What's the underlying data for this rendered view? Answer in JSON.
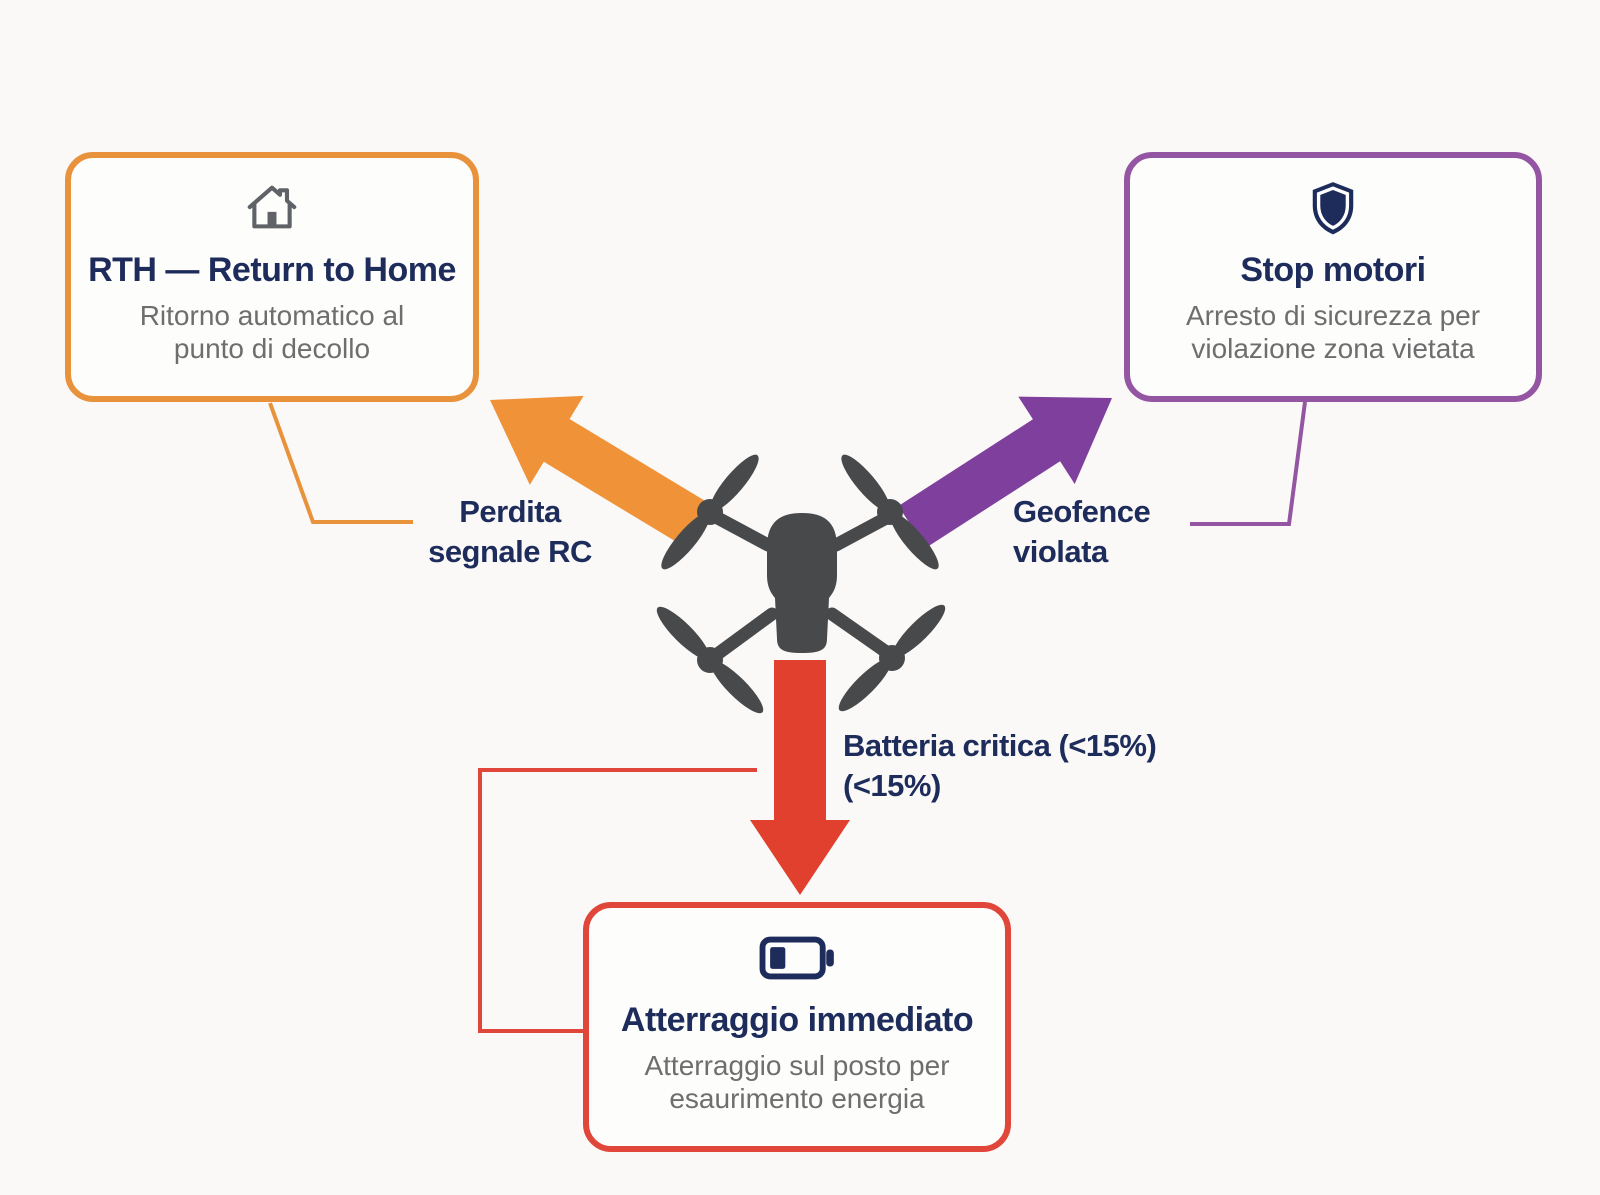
{
  "diagram": {
    "background": "#FAF9F7",
    "center_node": {
      "name": "drone",
      "color": "#48494B"
    },
    "colors": {
      "title_text": "#1D2C5B",
      "subtitle_text": "#6E6E6E",
      "orange_accent": "#E9923C",
      "orange_arrow": "#F09238",
      "purple_accent": "#9455A2",
      "purple_arrow": "#7E3F9D",
      "red_accent": "#E0463A",
      "red_arrow": "#E2402F",
      "icon_navy": "#1D2C5B",
      "home_icon_gray": "#5F6368"
    },
    "nodes": [
      {
        "id": "rth",
        "icon": "home-icon",
        "accent": "#E9923C",
        "title": "RTH — Return to Home",
        "subtitle": "Ritorno automatico al punto di decollo"
      },
      {
        "id": "stop-motori",
        "icon": "shield-icon",
        "accent": "#9455A2",
        "title": "Stop motori",
        "subtitle": "Arresto di sicurezza per violazione zona vietata"
      },
      {
        "id": "atterraggio",
        "icon": "battery-low-icon",
        "accent": "#E0463A",
        "title": "Atterraggio immediato",
        "subtitle": "Atterraggio sul posto per esaurimento energia"
      }
    ],
    "edges": [
      {
        "target": "rth",
        "color": "#F09238",
        "label_line1": "Perdita",
        "label_line2": "segnale RC"
      },
      {
        "target": "stop-motori",
        "color": "#7E3F9D",
        "label_line1": "Geofence",
        "label_line2": "violata"
      },
      {
        "target": "atterraggio",
        "color": "#E2402F",
        "label_line1": "Batteria critica (<15%)",
        "label_line2": "(<15%)"
      }
    ]
  }
}
